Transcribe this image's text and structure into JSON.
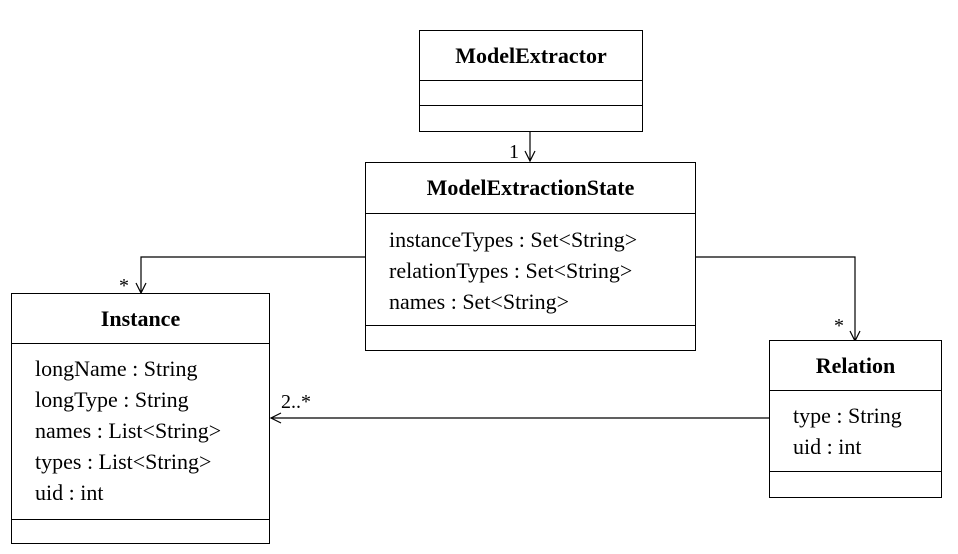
{
  "diagram": {
    "classes": {
      "model_extractor": {
        "name": "ModelExtractor",
        "attributes": [],
        "methods": []
      },
      "model_extraction_state": {
        "name": "ModelExtractionState",
        "attributes": [
          "instanceTypes : Set<String>",
          "relationTypes : Set<String>",
          "names : Set<String>"
        ],
        "methods": []
      },
      "instance": {
        "name": "Instance",
        "attributes": [
          "longName : String",
          "longType : String",
          "names : List<String>",
          "types : List<String>",
          "uid : int"
        ],
        "methods": []
      },
      "relation": {
        "name": "Relation",
        "attributes": [
          "type : String",
          "uid : int"
        ],
        "methods": []
      }
    },
    "associations": {
      "extractor_to_state": {
        "multiplicity": "1"
      },
      "state_to_instance": {
        "multiplicity": "*"
      },
      "state_to_relation": {
        "multiplicity": "*"
      },
      "relation_to_instance": {
        "multiplicity": "2..*"
      }
    }
  }
}
